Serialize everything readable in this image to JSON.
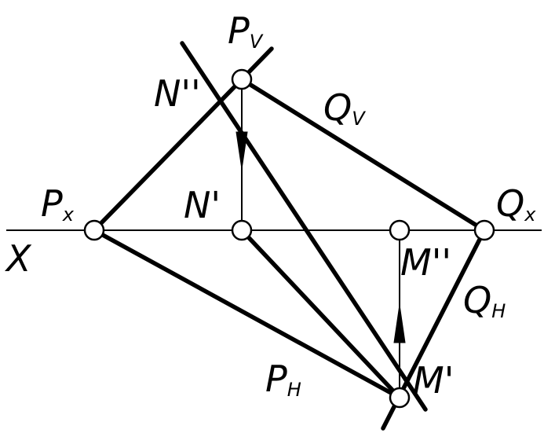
{
  "labels": {
    "x_axis": "X",
    "pv": {
      "main": "P",
      "sub": "V"
    },
    "px": {
      "main": "P",
      "sub": "x"
    },
    "ph": {
      "main": "P",
      "sub": "H"
    },
    "qv": {
      "main": "Q",
      "sub": "V"
    },
    "qx": {
      "main": "Q",
      "sub": "x"
    },
    "qh": {
      "main": "Q",
      "sub": "H"
    },
    "n_double_prime": "N''",
    "n_prime": "N'",
    "m_double_prime": "M''",
    "m_prime": "M'"
  }
}
